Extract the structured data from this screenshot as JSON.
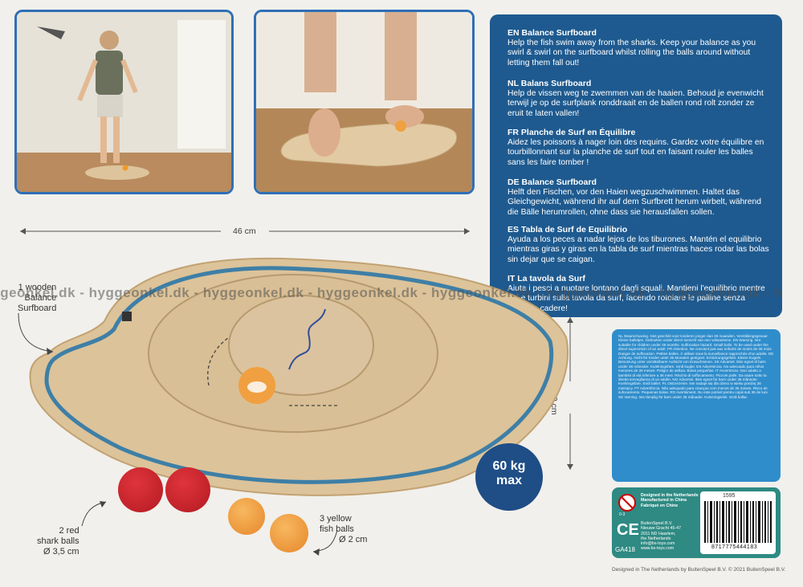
{
  "instructions": [
    {
      "code": "EN",
      "title": "Balance Surfboard",
      "text": "Help the fish swim away from the sharks. Keep  your balance as you swirl & swirl on the surfboard whilst rolling the balls around without letting them fall out!"
    },
    {
      "code": "NL",
      "title": "Balans Surfboard",
      "text": "Help de vissen weg te zwemmen van de haaien. Behoud je evenwicht terwijl je op de surfplank ronddraait en de ballen rond rolt zonder ze eruit te laten vallen!"
    },
    {
      "code": "FR",
      "title": "Planche de Surf en Équilibre",
      "text": "Aidez les poissons à nager loin des requins. Gardez votre équilibre en tourbillonnant sur la planche de surf tout en faisant rouler les balles sans les faire tomber !"
    },
    {
      "code": "DE",
      "title": "Balance Surfboard",
      "text": "Helft  den Fischen, vor den Haien wegzuschwimmen. Haltet das Gleichgewicht, während ihr auf dem Surfbrett herum wirbelt, während die Bälle herumrollen, ohne dass sie herausfallen sollen."
    },
    {
      "code": "ES",
      "title": "Tabla de Surf de Equilibrio",
      "text": "Ayuda a los peces a nadar lejos de los tiburones. Mantén el equilibrio mientras giras y giras en la tabla de surf mientras haces rodar las bolas sin dejar que se caigan."
    },
    {
      "code": "IT",
      "title": "La tavola da Surf",
      "text": "Aiuta i pesci a nuotare lontano dagli squali. Mantieni l'equilibrio mentre giri e turbini sulla tavola da surf, facendo rotolare le palline senza lasciarle cadere!"
    }
  ],
  "watermark": "jgeonkel.dk - hyggeonkel.dk - hyggeonkel.dk - hyggeonkel.dk - hyggeonkel.dk - hyggeonkel.dk - hyggeonkel.dk - h",
  "dimensions": {
    "width": "46 cm",
    "height": "30 cm"
  },
  "labels": {
    "board": [
      "1 wooden",
      "Balance",
      "Surfboard"
    ],
    "red_balls": [
      "2 red",
      "shark balls",
      "Ø 3,5 cm"
    ],
    "yellow_balls": [
      "3 yellow",
      "fish balls",
      "Ø 2 cm"
    ]
  },
  "max_weight": {
    "value": "60 kg",
    "unit": "max"
  },
  "warnings": "NL Waarschuwing. Niet geschikt voor kinderen jonger dan 36 maanden. Verstikkingsgevaar. Kleine balletjes. Gebruiken onder direct toezicht van een volwassene. EN Warning. Not suitable for children under 36 months. Suffocation hazard. Small balls. To be used under the direct supervision of an adult. FR Attention. Ne convient pas aux enfants de moins de 36 mois. Danger de suffocation. Petites balles. À utiliser sous la surveillance rapprochée d'un adulte. DE Achtung. Nicht für Kinder unter 36 Monaten geeignet. Erstickungsgefahr. Kleine Kugeln. Benutzung unter unmittelbarer Aufsicht von Erwachsenen. SK Advarsel. Ikke egnet til børn under 36 måneder. Kvælningsfare. Små kugler. ES Advertencia. No adecuado para niños menores de 36 meses. Peligro de asfixia. Bolas pequeñas. IT Avvertenza. Non adatto a bambini di età inferiore a 36 mesi. Rischio di soffocamento. Piccole palle. Da usare sotto la diretta sorveglianza di un adulto. NO Advarsel. Ikke egnet for barn under 36 måneder. Kvelningsfare. Små baller. PL Ostrzeżenie. Nie nadaje się dla dzieci w wieku poniżej 36 miesięcy. PT Advertência. Não adequado para crianças com menos de 36 meses. Risco de sufocamento. Pequenas bolas. RO Avertisment. Nu este potrivit pentru copiii sub 36 de luni. SE Varning. Inte lämplig för barn under 36 månader. Kvävningsrisk. Små bollar.",
  "manufacturer": {
    "made_lines": [
      "Designed in the Netherlands",
      "Manufactured in China",
      "Fabriqué en Chine"
    ],
    "company_lines": [
      "BuitenSpeel B.V.",
      "Nieuwe Gracht 45-47",
      "2011 ND Haarlem,",
      "the Netherlands",
      "info@bs-toys.com",
      "www.bs-toys.com"
    ],
    "age": "0-3",
    "ce": "CE",
    "article": "GA418",
    "barcode_top": "1595",
    "barcode_number": "8717775444183"
  },
  "footer": "Designed in The Netherlands by BuitenSpeel B.V.  © 2021 BuitenSpeel B.V.",
  "colors": {
    "accent_blue": "#1e5a8f",
    "frame_blue": "#2f6fb6",
    "info_blue": "#2f8dcc",
    "green": "#2e8a83",
    "wood": "#dcc39a",
    "red_ball": "#c81f28",
    "yellow_ball": "#f0a040"
  }
}
